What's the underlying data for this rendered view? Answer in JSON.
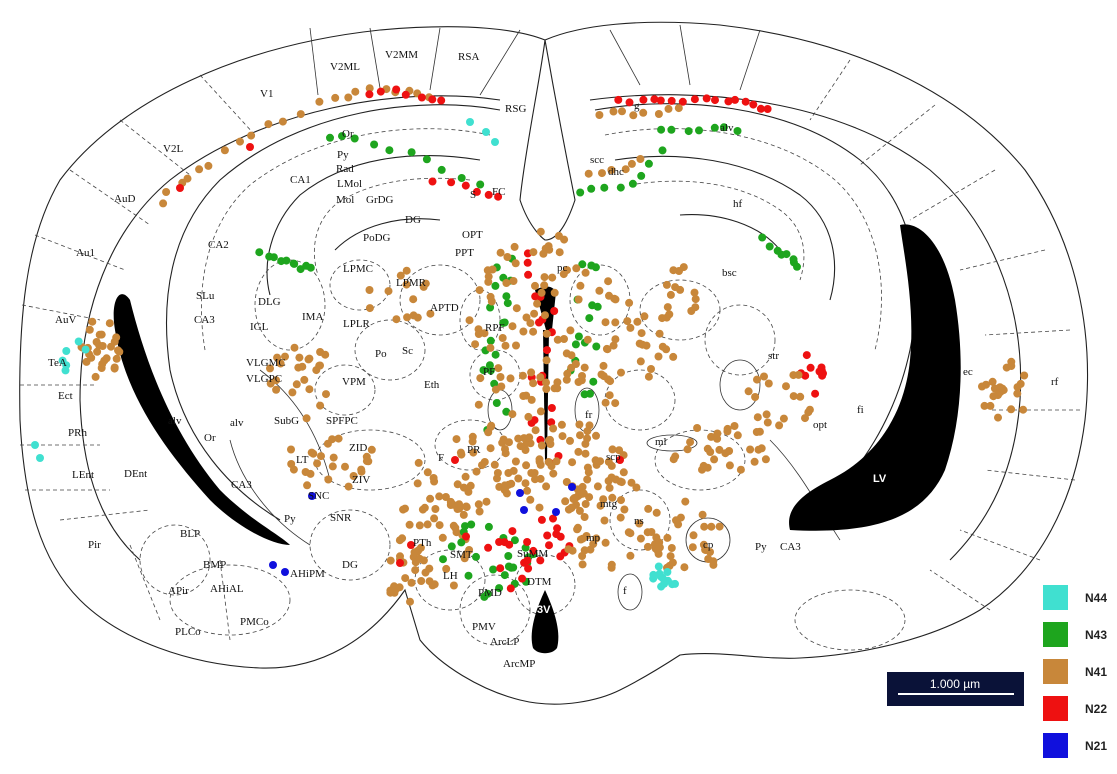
{
  "labels": [
    {
      "id": "V2MM",
      "t": "V2MM"
    },
    {
      "id": "RSA",
      "t": "RSA"
    },
    {
      "id": "V2ML",
      "t": "V2ML"
    },
    {
      "id": "V1",
      "t": "V1"
    },
    {
      "id": "RSG",
      "t": "RSG"
    },
    {
      "id": "V2L",
      "t": "V2L"
    },
    {
      "id": "AuD",
      "t": "AuD"
    },
    {
      "id": "Au1",
      "t": "Au1"
    },
    {
      "id": "AuV",
      "t": "AuV"
    },
    {
      "id": "TeA",
      "t": "TeA"
    },
    {
      "id": "Ect",
      "t": "Ect"
    },
    {
      "id": "PRh",
      "t": "PRh"
    },
    {
      "id": "LEnt",
      "t": "LEnt"
    },
    {
      "id": "DEnt",
      "t": "DEnt"
    },
    {
      "id": "Pir",
      "t": "Pir"
    },
    {
      "id": "BLP",
      "t": "BLP"
    },
    {
      "id": "BMP",
      "t": "BMP"
    },
    {
      "id": "APir",
      "t": "APir"
    },
    {
      "id": "AHiAL",
      "t": "AHiAL"
    },
    {
      "id": "AHiPM",
      "t": "AHiPM"
    },
    {
      "id": "PLCo",
      "t": "PLCo"
    },
    {
      "id": "PMCo",
      "t": "PMCo"
    },
    {
      "id": "Or1",
      "t": "Or"
    },
    {
      "id": "Py1",
      "t": "Py"
    },
    {
      "id": "Rad",
      "t": "Rad"
    },
    {
      "id": "CA1",
      "t": "CA1"
    },
    {
      "id": "LMol",
      "t": "LMol"
    },
    {
      "id": "Mol",
      "t": "Mol"
    },
    {
      "id": "GrDG",
      "t": "GrDG"
    },
    {
      "id": "DG1",
      "t": "DG"
    },
    {
      "id": "PoDG",
      "t": "PoDG"
    },
    {
      "id": "CA2",
      "t": "CA2"
    },
    {
      "id": "SLu",
      "t": "SLu"
    },
    {
      "id": "CA3a",
      "t": "CA3"
    },
    {
      "id": "S",
      "t": "S"
    },
    {
      "id": "FC",
      "t": "FC"
    },
    {
      "id": "LPMC",
      "t": "LPMC"
    },
    {
      "id": "LPMR",
      "t": "LPMR"
    },
    {
      "id": "DLG",
      "t": "DLG"
    },
    {
      "id": "IMA",
      "t": "IMA"
    },
    {
      "id": "LPLR",
      "t": "LPLR"
    },
    {
      "id": "IGL",
      "t": "IGL"
    },
    {
      "id": "APTD",
      "t": "APTD"
    },
    {
      "id": "OPT",
      "t": "OPT"
    },
    {
      "id": "PPT",
      "t": "PPT"
    },
    {
      "id": "VLGMC",
      "t": "VLGMC"
    },
    {
      "id": "VLGPC",
      "t": "VLGPC"
    },
    {
      "id": "Po",
      "t": "Po"
    },
    {
      "id": "Sc",
      "t": "Sc"
    },
    {
      "id": "VPM",
      "t": "VPM"
    },
    {
      "id": "Eth",
      "t": "Eth"
    },
    {
      "id": "RPF",
      "t": "RPF"
    },
    {
      "id": "PF",
      "t": "PF"
    },
    {
      "id": "alv1",
      "t": "alv"
    },
    {
      "id": "Or2",
      "t": "Or"
    },
    {
      "id": "alv2",
      "t": "alv"
    },
    {
      "id": "SubG",
      "t": "SubG"
    },
    {
      "id": "SPFPC",
      "t": "SPFPC"
    },
    {
      "id": "ZID",
      "t": "ZID"
    },
    {
      "id": "LT",
      "t": "LT"
    },
    {
      "id": "ZIV",
      "t": "ZIV"
    },
    {
      "id": "PR",
      "t": "PR"
    },
    {
      "id": "F",
      "t": "F"
    },
    {
      "id": "CA3b",
      "t": "CA3"
    },
    {
      "id": "SNC",
      "t": "SNC"
    },
    {
      "id": "Py2",
      "t": "Py"
    },
    {
      "id": "SNR",
      "t": "SNR"
    },
    {
      "id": "DG2",
      "t": "DG"
    },
    {
      "id": "PTh",
      "t": "PTh"
    },
    {
      "id": "SMT",
      "t": "SMT"
    },
    {
      "id": "LH",
      "t": "LH"
    },
    {
      "id": "SuMM",
      "t": "SuMM"
    },
    {
      "id": "PMD",
      "t": "PMD"
    },
    {
      "id": "DTM",
      "t": "DTM"
    },
    {
      "id": "PMV",
      "t": "PMV"
    },
    {
      "id": "V3",
      "t": "3V"
    },
    {
      "id": "ArcLP",
      "t": "ArcLP"
    },
    {
      "id": "ArcMP",
      "t": "ArcMP"
    },
    {
      "id": "pc",
      "t": "pc"
    },
    {
      "id": "fr",
      "t": "fr"
    },
    {
      "id": "ml",
      "t": "ml"
    },
    {
      "id": "scp",
      "t": "scp"
    },
    {
      "id": "mtg",
      "t": "mtg"
    },
    {
      "id": "ns",
      "t": "ns"
    },
    {
      "id": "mp",
      "t": "mp"
    },
    {
      "id": "f",
      "t": "f"
    },
    {
      "id": "cp",
      "t": "cp"
    },
    {
      "id": "Py3",
      "t": "Py"
    },
    {
      "id": "CA3c",
      "t": "CA3"
    },
    {
      "id": "scc",
      "t": "scc"
    },
    {
      "id": "dhc",
      "t": "dhc"
    },
    {
      "id": "alv3",
      "t": "alv"
    },
    {
      "id": "g",
      "t": "g"
    },
    {
      "id": "hf",
      "t": "hf"
    },
    {
      "id": "bsc",
      "t": "bsc"
    },
    {
      "id": "str",
      "t": "str"
    },
    {
      "id": "ec",
      "t": "ec"
    },
    {
      "id": "rf",
      "t": "rf"
    },
    {
      "id": "fi",
      "t": "fi"
    },
    {
      "id": "opt",
      "t": "opt"
    },
    {
      "id": "LV",
      "t": "LV"
    }
  ],
  "legend": [
    {
      "name": "N44",
      "color": "#40E0D0"
    },
    {
      "name": "N43",
      "color": "#1EA51E"
    },
    {
      "name": "N41",
      "color": "#C8873A"
    },
    {
      "name": "N22",
      "color": "#EE1111"
    },
    {
      "name": "N21",
      "color": "#1010DD"
    }
  ],
  "scale_bar": {
    "label": "1.000 µm"
  },
  "colors": {
    "ventricle": "#000000",
    "outline": "#222222",
    "background": "#ffffff"
  }
}
